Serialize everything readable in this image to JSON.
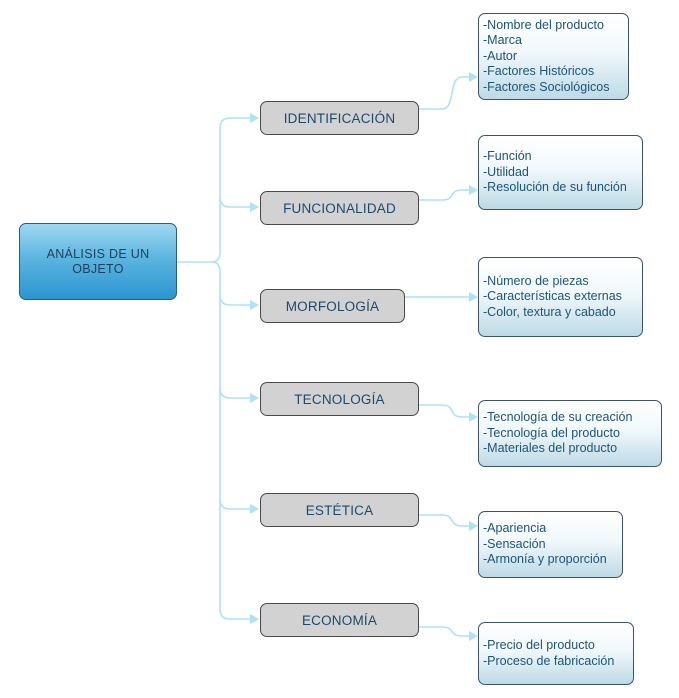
{
  "root": {
    "label": "ANÁLISIS DE UN OBJETO"
  },
  "branches": [
    {
      "label": "IDENTIFICACIÓN",
      "items": [
        "-Nombre del producto",
        "-Marca",
        "-Autor",
        "-Factores Históricos",
        "-Factores Sociológicos"
      ]
    },
    {
      "label": "FUNCIONALIDAD",
      "items": [
        "-Función",
        "-Utilidad",
        "-Resolución de su función"
      ]
    },
    {
      "label": "MORFOLOGÍA",
      "items": [
        "-Número de piezas",
        "-Características externas",
        "-Color, textura y cabado"
      ]
    },
    {
      "label": "TECNOLOGÍA",
      "items": [
        "-Tecnología de su creación",
        "-Tecnología del producto",
        "-Materiales del producto"
      ]
    },
    {
      "label": "ESTÉTICA",
      "items": [
        "-Apariencia",
        "-Sensación",
        "-Armonía y proporción"
      ]
    },
    {
      "label": "ECONOMÍA",
      "items": [
        "-Precio del producto",
        "-Proceso de fabricación"
      ]
    }
  ],
  "colors": {
    "root_fill": "#2b95cf",
    "category_fill": "#d2d2d2",
    "connector": "#aee2f5",
    "text": "#1d5577"
  }
}
